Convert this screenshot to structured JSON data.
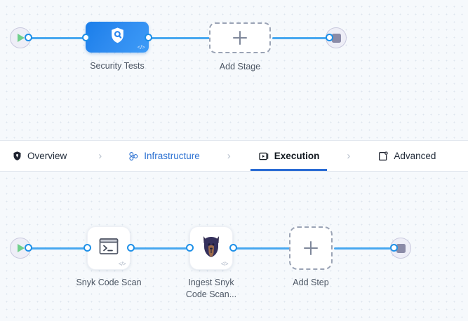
{
  "tabs": {
    "separator": "›",
    "items": [
      {
        "label": "Overview",
        "icon": "shield-icon",
        "state": "normal"
      },
      {
        "label": "Infrastructure",
        "icon": "nodes-icon",
        "state": "link"
      },
      {
        "label": "Execution",
        "icon": "play-square-icon",
        "state": "active"
      },
      {
        "label": "Advanced",
        "icon": "gear-square-icon",
        "state": "normal"
      }
    ]
  },
  "stage_graph": {
    "start_label": "start",
    "end_label": "end",
    "nodes": [
      {
        "label": "Security Tests",
        "icon": "shield-search-icon",
        "badge": "</>",
        "kind": "stage"
      },
      {
        "label": "Add Stage",
        "icon": "plus-icon",
        "kind": "add"
      }
    ]
  },
  "step_graph": {
    "start_label": "start",
    "end_label": "end",
    "nodes": [
      {
        "label": "Snyk Code Scan",
        "icon": "terminal-icon",
        "badge": "</>",
        "kind": "step"
      },
      {
        "label": "Ingest Snyk\nCode Scan...",
        "icon": "snyk-dog-icon",
        "badge": "</>",
        "kind": "step"
      },
      {
        "label": "Add Step",
        "icon": "plus-icon",
        "kind": "add"
      }
    ]
  },
  "colors": {
    "edge": "#46a7f0",
    "accent": "#2b6cd4",
    "link": "#2d72d2",
    "stage_gradient_from": "#1a7eea",
    "stage_gradient_to": "#3d9bf7",
    "canvas_bg": "#f6f9fc",
    "dashed_border": "#9aa3b5",
    "start_play": "#6fcf8b",
    "end_stop": "#8b8ba7"
  }
}
